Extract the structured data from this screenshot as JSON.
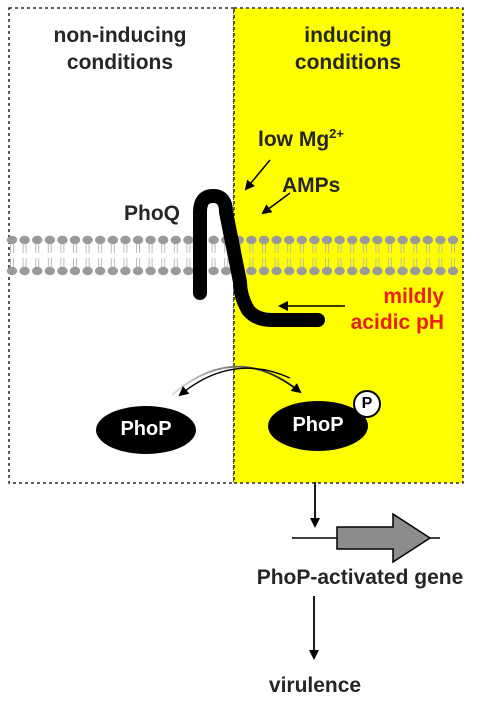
{
  "panels": {
    "left_title_line1": "non-inducing",
    "left_title_line2": "conditions",
    "right_title_line1": "inducing",
    "right_title_line2": "conditions"
  },
  "signals": {
    "mg_base": "low Mg",
    "mg_sup": "2+",
    "amps": "AMPs",
    "ph_line1": "mildly",
    "ph_line2": "acidic pH"
  },
  "sensor": {
    "name": "PhoQ"
  },
  "regulator": {
    "unphosphorylated": "PhoP",
    "phosphorylated": "PhoP",
    "phosphate": "P"
  },
  "output": {
    "gene": "PhoP-activated gene",
    "phenotype": "virulence"
  },
  "colors": {
    "inducing_bg": "#ffff00",
    "membrane": "#9a9a9a",
    "protein": "#000000",
    "ph_text": "#e8211c",
    "gene_arrow": "#8c8c8c"
  }
}
